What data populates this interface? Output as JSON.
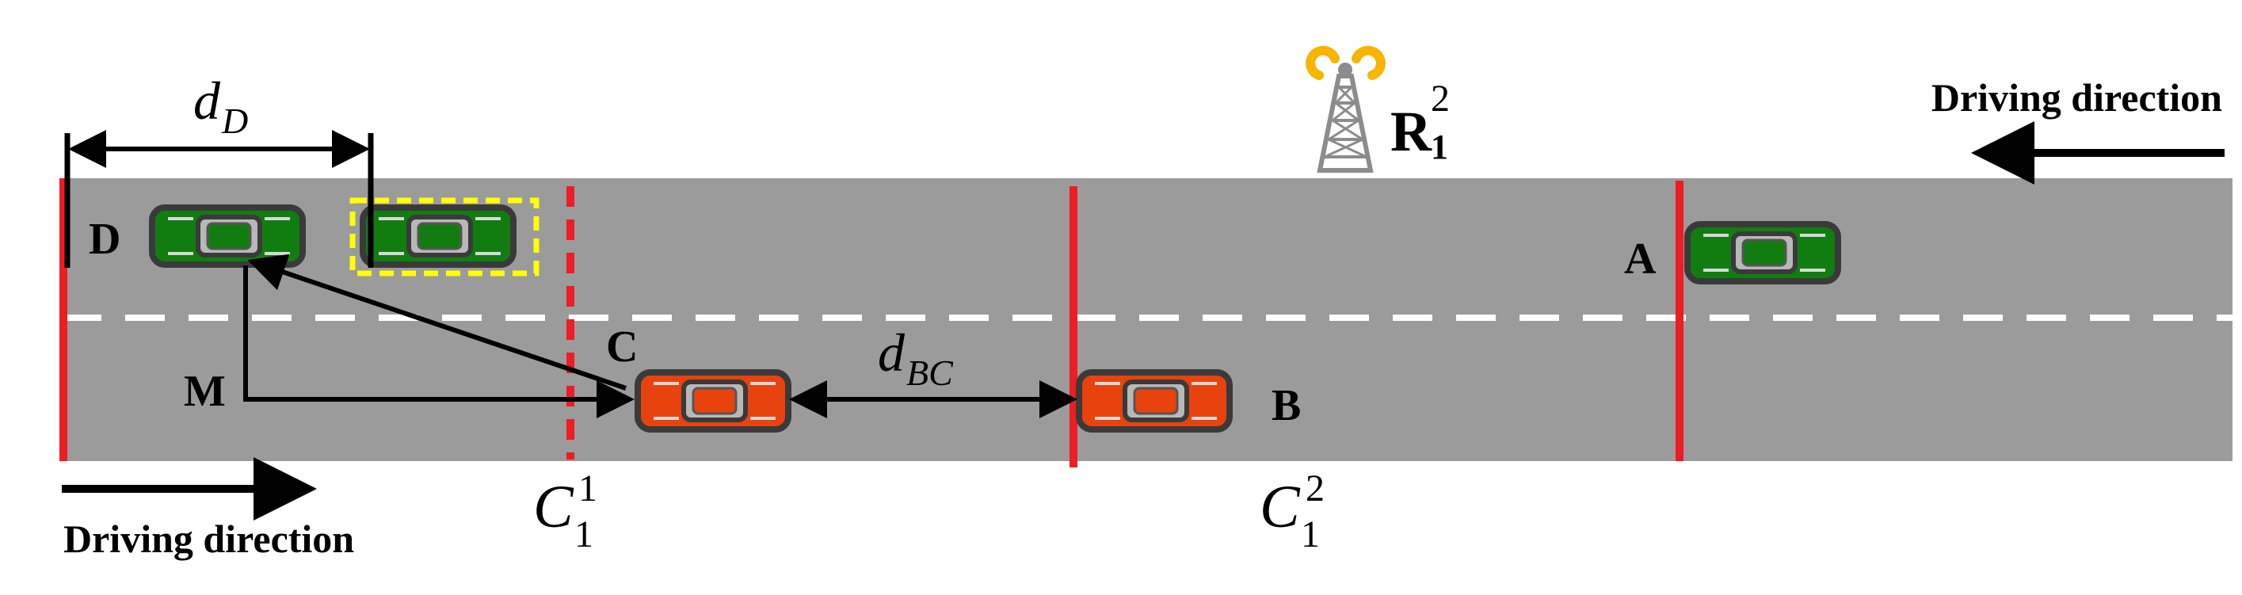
{
  "labels": {
    "d_d_main": "d",
    "d_d_sub": "D",
    "d_bc_main": "d",
    "d_bc_sub": "BC",
    "tower_main": "R",
    "tower_sub": "1",
    "tower_sup": "2",
    "c11_main": "C",
    "c11_sub": "1",
    "c11_sup": "1",
    "c12_main": "C",
    "c12_sub": "1",
    "c12_sup": "2",
    "A": "A",
    "B": "B",
    "C": "C",
    "D": "D",
    "M": "M",
    "driving_direction_top": "Driving direction",
    "driving_direction_bottom": "Driving direction"
  },
  "colors": {
    "road": "#9b9b9b",
    "lane_marking": "#ffffff",
    "boundary_red": "#ee1c24",
    "green_car": "#117d11",
    "red_car": "#e8420f",
    "car_outline": "#3a3a3a",
    "highlight_yellow": "#ffff00",
    "tower_gray": "#8c8c8c",
    "tower_signal": "#f7b500"
  }
}
